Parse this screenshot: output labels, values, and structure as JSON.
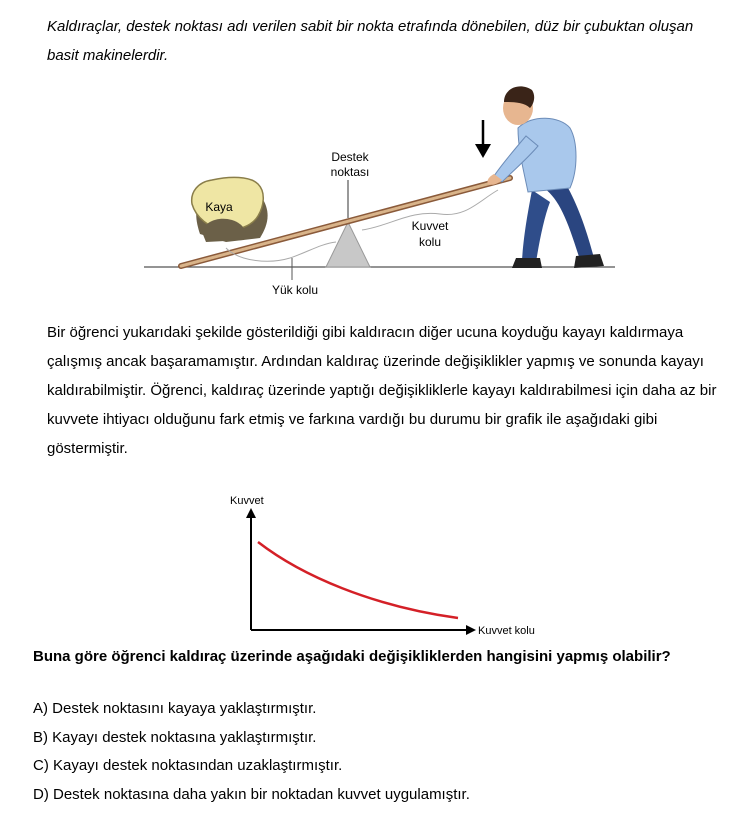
{
  "intro_text": "Kaldıraçlar, destek noktası adı verilen sabit bir nokta etrafında dönebilen, düz bir çubuktan oluşan basit makinelerdir.",
  "lever_diagram": {
    "rock_label": "Kaya",
    "fulcrum_label_line1": "Destek",
    "fulcrum_label_line2": "noktası",
    "effort_arm_label_line1": "Kuvvet",
    "effort_arm_label_line2": "kolu",
    "load_arm_label": "Yük kolu"
  },
  "body_text": "Bir öğrenci yukarıdaki şekilde gösterildiği gibi kaldıracın diğer ucuna koyduğu kayayı kaldırmaya çalışmış ancak başaramamıştır. Ardından kaldıraç üzerinde değişiklikler yapmış ve sonunda kayayı kaldırabilmiştir. Öğrenci, kaldıraç üzerinde yaptığı değişikliklerle kayayı kaldırabilmesi için daha az bir kuvvete ihtiyacı olduğunu fark etmiş ve farkına vardığı bu durumu bir grafik ile aşağıdaki gibi göstermiştir.",
  "graph": {
    "y_label": "Kuvvet",
    "x_label": "Kuvvet kolu",
    "curve_color": "#d42027"
  },
  "question": "Buna göre öğrenci kaldıraç üzerinde aşağıdaki değişikliklerden hangisini yapmış olabilir?",
  "options": [
    "A) Destek noktasını kayaya yaklaştırmıştır.",
    "B) Kayayı destek noktasına yaklaştırmıştır.",
    "C) Kayayı destek noktasından uzaklaştırmıştır.",
    "D) Destek noktasına daha yakın bir noktadan kuvvet uygulamıştır."
  ]
}
